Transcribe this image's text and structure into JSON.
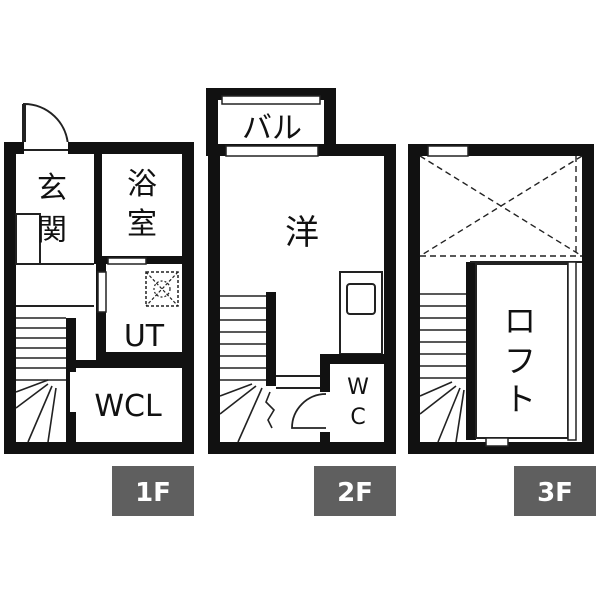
{
  "colors": {
    "wall": "#111111",
    "line": "#222222",
    "tag_bg": "#5f5f5f",
    "tag_text": "#ffffff",
    "background": "#ffffff"
  },
  "floors": {
    "f1": {
      "tag": "1F",
      "rooms": {
        "entrance": [
          "玄",
          "関"
        ],
        "bathroom": [
          "浴",
          "室"
        ],
        "utility": "UT",
        "closet": "WCL"
      }
    },
    "f2": {
      "tag": "2F",
      "rooms": {
        "balcony": "バル",
        "western": "洋",
        "toilet": [
          "W",
          "C"
        ]
      }
    },
    "f3": {
      "tag": "3F",
      "rooms": {
        "loft": [
          "ロ",
          "フ",
          "ト"
        ]
      }
    }
  }
}
